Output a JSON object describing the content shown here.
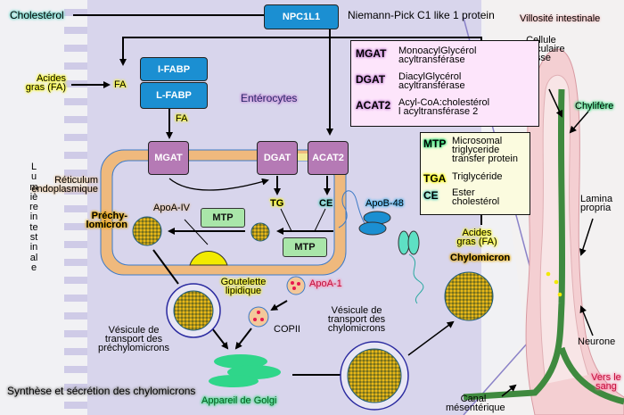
{
  "title": "Synthèse et sécrétion des chylomicrons",
  "regions": {
    "lumen": "Lumière intestinale",
    "enterocytes": "Entérocytes",
    "villus": "Villosité intestinale"
  },
  "inputs": {
    "cholesterol": "Cholestérol",
    "fatty_acids": "Acides\ngras (FA)",
    "fa_short": "FA"
  },
  "proteins": {
    "npc1l1": "NPC1L1",
    "npc1l1_full": "Niemann-Pick C1 like 1 protein",
    "ifabp": "I-FABP",
    "lfabp": "L-FABP",
    "mgat": "MGAT",
    "dgat": "DGAT",
    "acat2": "ACAT2",
    "mtp": "MTP",
    "apob48": "ApoB-48",
    "apoa4": "ApoA-IV",
    "apoa1": "ApoA-1"
  },
  "products": {
    "tg": "TG",
    "ce": "CE"
  },
  "structures": {
    "er": "Réticulum\nendoplasmique",
    "prechylomicron": "Préchy-\nlomicron",
    "lipid_droplet": "Goutelette\nlipidique",
    "copii": "COPII",
    "prechylo_vesicle": "Vésicule de\ntransport des\npréchylomicrons",
    "chylo_vesicle": "Vésicule de\ntransport des\nchylomicrons",
    "golgi": "Appareil de Golgi",
    "chylomicron": "Chylomicron",
    "fatty_acids_out": "Acides\ngras (FA)"
  },
  "legend_enzymes": [
    {
      "abbr": "MGAT",
      "def": "MonoacylGlycérol\nacyltransférase"
    },
    {
      "abbr": "DGAT",
      "def": "DiacylGlycérol\nacyltransférase"
    },
    {
      "abbr": "ACAT2",
      "def": "Acyl-CoA:cholestérol\nl acyltransférase 2"
    }
  ],
  "legend_lipids": [
    {
      "abbr": "MTP",
      "def": "Microsomal\ntriglyceride\ntransfer protein"
    },
    {
      "abbr": "TGA",
      "def": "Triglycéride"
    },
    {
      "abbr": "CE",
      "def": "Ester\ncholestérol"
    }
  ],
  "villus_labels": {
    "smooth_muscle": "Cellule\nmusculaire\nlisse",
    "lacteal": "Chylifère",
    "lamina_propria": "Lamina\npropria",
    "neuron": "Neurone",
    "to_blood": "Vers le\nsang",
    "mesenteric": "Canal\nmésentérique"
  },
  "colors": {
    "cell_bg": "#d6d3ea",
    "er_membrane": "#efb97d",
    "protein_blue": "#1b8fd2",
    "enzyme_purple": "#b57ab5",
    "mtp_green": "#a9e6a9",
    "lipid_yellow": "#f2ea00",
    "golgi_green": "#2fd68a",
    "lacteal_green": "#3f8a3f"
  }
}
